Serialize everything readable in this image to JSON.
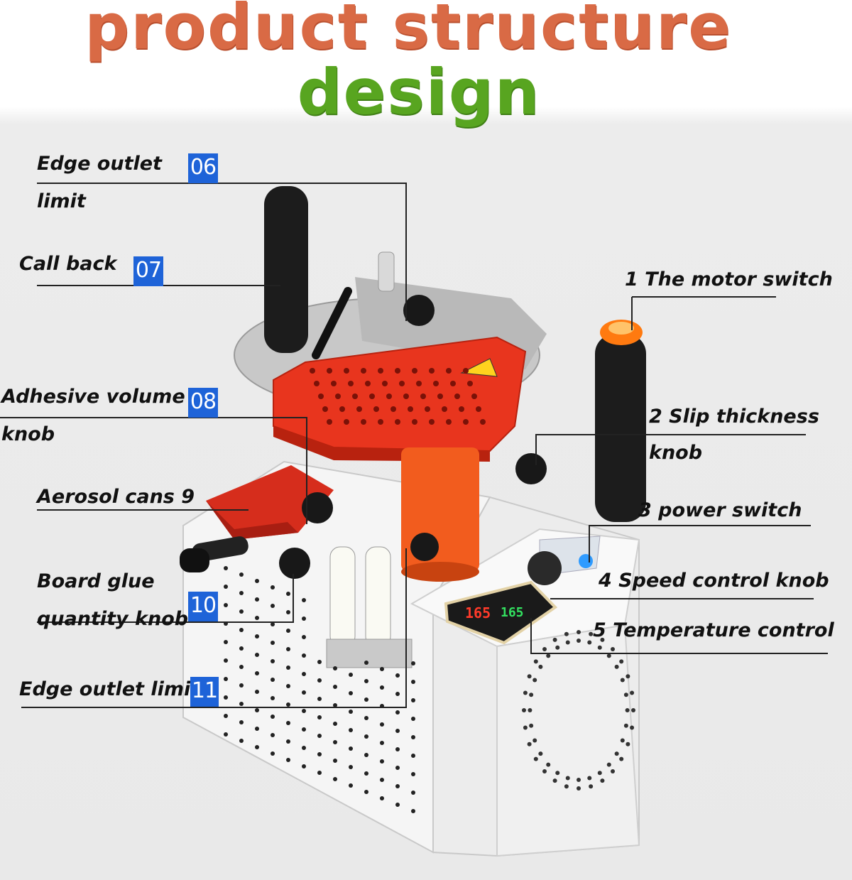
{
  "title": {
    "line1": "product structure",
    "line2": "design"
  },
  "callouts_left": [
    {
      "id": "edge-outlet-06",
      "line1": "Edge outlet",
      "line2": "limit",
      "badge": "06"
    },
    {
      "id": "call-back-07",
      "line1": "Call back",
      "badge": "07"
    },
    {
      "id": "adhesive-08",
      "line1": "Adhesive volume",
      "line2": "knob",
      "badge": "08"
    },
    {
      "id": "aerosol-9",
      "line1": "Aerosol cans  9"
    },
    {
      "id": "board-glue-10",
      "line1": "Board glue",
      "line2": "quantity knob",
      "badge": "10"
    },
    {
      "id": "edge-outlet-11",
      "line1": "Edge outlet limit",
      "badge": "11"
    }
  ],
  "callouts_right": [
    {
      "id": "motor-switch-1",
      "line1": "1  The motor switch"
    },
    {
      "id": "slip-thickness-2",
      "line1": "2 Slip thickness",
      "line2": "knob"
    },
    {
      "id": "power-switch-3",
      "line1": "3 power switch"
    },
    {
      "id": "speed-control-4",
      "line1": "4 Speed control knob"
    },
    {
      "id": "temperature-5",
      "line1": "5 Temperature control"
    }
  ],
  "display": {
    "left_value": "165",
    "right_value": "165"
  },
  "colors": {
    "title_line1": "#d96a45",
    "title_line2": "#58a520",
    "badge": "#1e63d8",
    "machine_red": "#e8351e",
    "machine_body": "#f4f4f4"
  }
}
